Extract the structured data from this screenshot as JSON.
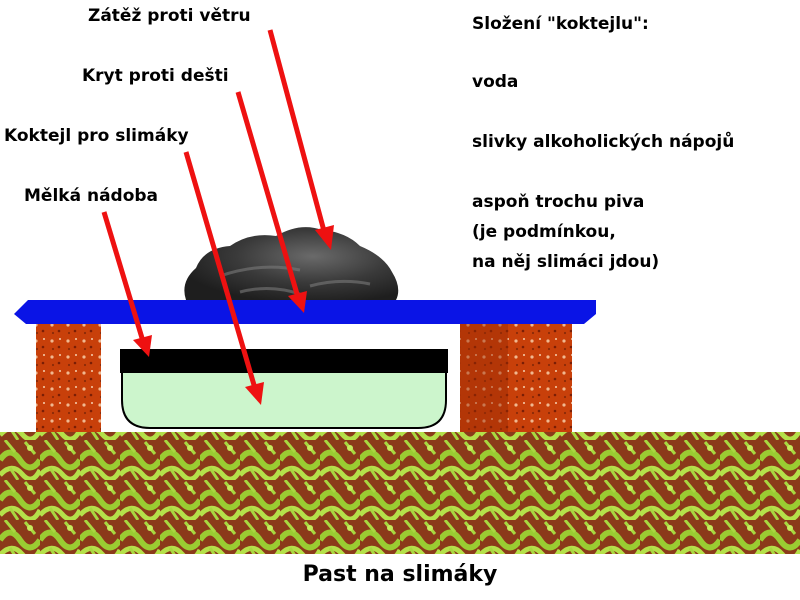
{
  "labels": {
    "weight": "Zátěž proti větru",
    "cover": "Kryt proti dešti",
    "cocktail": "Koktejl pro slimáky",
    "dish": "Mělká nádoba"
  },
  "recipe": {
    "title": "Složení \"koktejlu\":",
    "water": "voda",
    "dregs": "slivky alkoholických nápojů",
    "beer": "aspoň trochu piva",
    "note_line1": "(je podmínkou,",
    "note_line2": "na něj slimáci jdou)"
  },
  "caption": "Past na slimáky",
  "colors": {
    "arrow": "#ee1111",
    "cover": "#0a14e6",
    "brick": "#c8400a",
    "liquid": "#ccf5cc",
    "grass": "#9acd32",
    "soil": "#8b3a1a",
    "stone": "#3a3a3a"
  }
}
